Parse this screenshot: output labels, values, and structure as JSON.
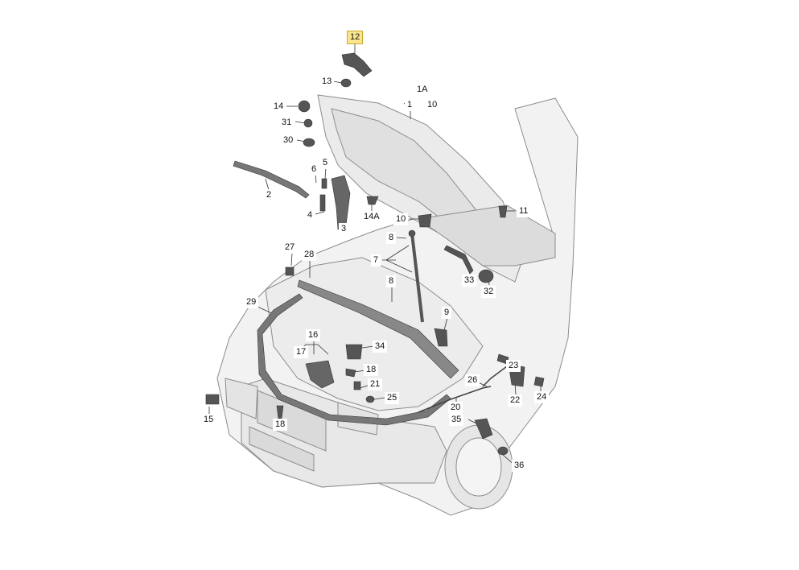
{
  "diagram": {
    "selected_part": "12",
    "parts": [
      "12",
      "13",
      "14",
      "31",
      "30",
      "2",
      "6",
      "5",
      "4",
      "14A",
      "3",
      "1A",
      "1",
      "10",
      "11",
      "10",
      "8",
      "7",
      "8",
      "33",
      "32",
      "27",
      "28",
      "29",
      "9",
      "16",
      "17",
      "34",
      "18",
      "21",
      "25",
      "15",
      "18",
      "20",
      "26",
      "23",
      "22",
      "24",
      "35",
      "36"
    ]
  },
  "colors": {
    "highlight": "#fbe58c",
    "line": "#333333",
    "body_fill": "#f2f2f2",
    "body_stroke": "#8c8c8c",
    "part_fill": "#555555"
  }
}
